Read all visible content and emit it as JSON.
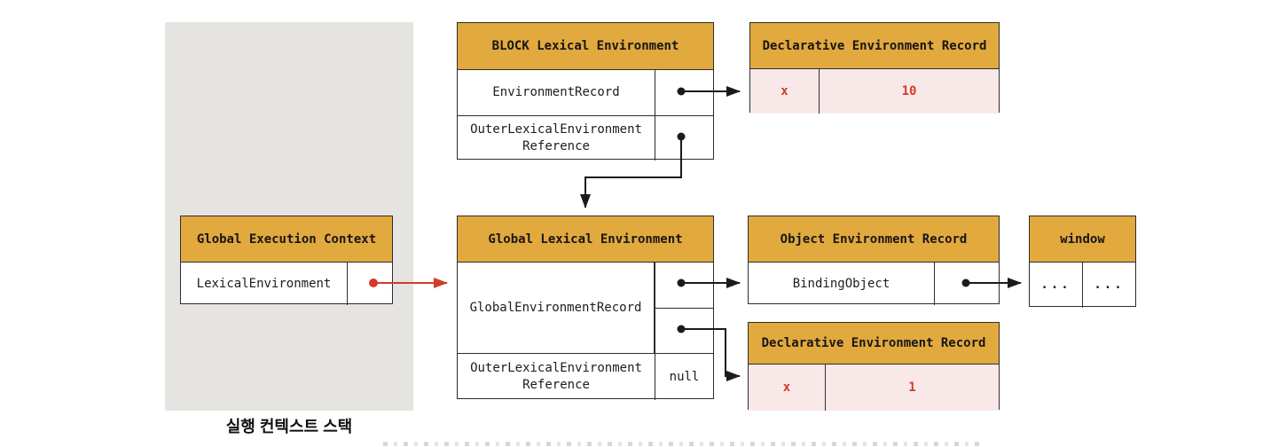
{
  "colors": {
    "header_gold": "#E2A93E",
    "record_pink": "#F8E9E8",
    "pointer_red": "#D23B2B",
    "panel_gray": "#E6E4E1",
    "border_dark": "#2d2d2d"
  },
  "stack": {
    "label": "실행 컨텍스트 스택",
    "gec": {
      "title": "Global Execution Context",
      "row_label": "LexicalEnvironment"
    }
  },
  "block_env": {
    "title": "BLOCK Lexical Environment",
    "row1_label": "EnvironmentRecord",
    "row2_label": "OuterLexicalEnvironment Reference"
  },
  "der_top": {
    "title": "Declarative Environment Record",
    "key": "x",
    "value": "10"
  },
  "global_env": {
    "title": "Global Lexical Environment",
    "row1_label": "GlobalEnvironmentRecord",
    "row2_label": "OuterLexicalEnvironment Reference",
    "row2_value": "null"
  },
  "oer": {
    "title": "Object Environment Record",
    "row_label": "BindingObject"
  },
  "window_box": {
    "title": "window",
    "cell1": "...",
    "cell2": "..."
  },
  "der_bottom": {
    "title": "Declarative Environment Record",
    "key": "x",
    "value": "1"
  }
}
